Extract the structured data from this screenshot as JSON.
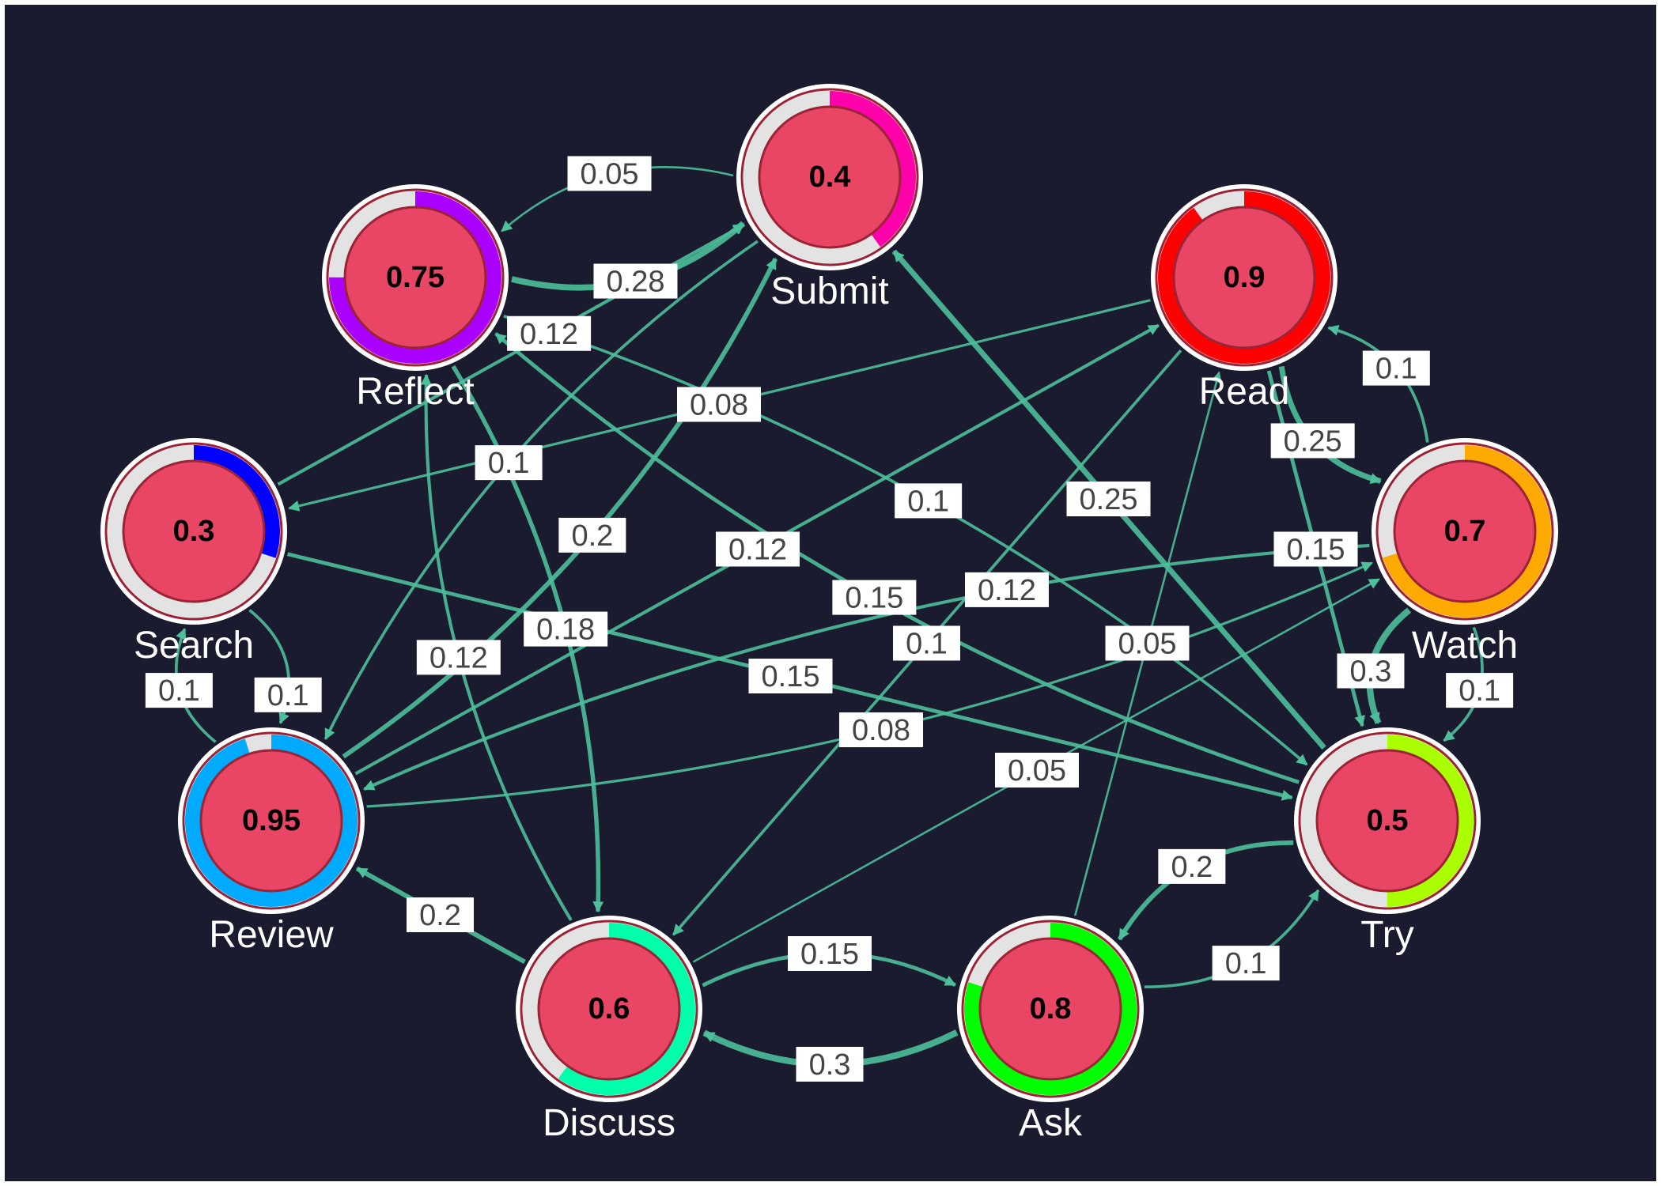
{
  "colors": {
    "background": "#1a1b2e",
    "edge": "#4dbf9b",
    "node_fill": "#e84664",
    "track": "#e3e3e3"
  },
  "nodes": [
    {
      "id": "Submit",
      "label": "Submit",
      "value": 0.4,
      "color": "#ff00aa"
    },
    {
      "id": "Reflect",
      "label": "Reflect",
      "value": 0.75,
      "color": "#aa00ff"
    },
    {
      "id": "Read",
      "label": "Read",
      "value": 0.9,
      "color": "#ff0000"
    },
    {
      "id": "Search",
      "label": "Search",
      "value": 0.3,
      "color": "#0000ff"
    },
    {
      "id": "Watch",
      "label": "Watch",
      "value": 0.7,
      "color": "#ffaa00"
    },
    {
      "id": "Review",
      "label": "Review",
      "value": 0.95,
      "color": "#00aaff"
    },
    {
      "id": "Try",
      "label": "Try",
      "value": 0.5,
      "color": "#aaff00"
    },
    {
      "id": "Discuss",
      "label": "Discuss",
      "value": 0.6,
      "color": "#00ffaa"
    },
    {
      "id": "Ask",
      "label": "Ask",
      "value": 0.8,
      "color": "#00ff00"
    }
  ],
  "edges": [
    {
      "source": "Reflect",
      "target": "Submit",
      "weight": 0.28
    },
    {
      "source": "Submit",
      "target": "Reflect",
      "weight": 0.05
    },
    {
      "source": "Search",
      "target": "Submit",
      "weight": 0.12
    },
    {
      "source": "Review",
      "target": "Submit",
      "weight": 0.2
    },
    {
      "source": "Submit",
      "target": "Review",
      "weight": 0.1
    },
    {
      "source": "Read",
      "target": "Search",
      "weight": 0.08
    },
    {
      "source": "Try",
      "target": "Reflect",
      "weight": 0.15
    },
    {
      "source": "Reflect",
      "target": "Try",
      "weight": 0.1
    },
    {
      "source": "Try",
      "target": "Submit",
      "weight": 0.25
    },
    {
      "source": "Review",
      "target": "Read",
      "weight": 0.12
    },
    {
      "source": "Read",
      "target": "Discuss",
      "weight": 0.1
    },
    {
      "source": "Ask",
      "target": "Read",
      "weight": 0.05
    },
    {
      "source": "Search",
      "target": "Try",
      "weight": 0.15
    },
    {
      "source": "Reflect",
      "target": "Discuss",
      "weight": 0.18
    },
    {
      "source": "Discuss",
      "target": "Reflect",
      "weight": 0.12
    },
    {
      "source": "Search",
      "target": "Review",
      "weight": 0.1
    },
    {
      "source": "Review",
      "target": "Search",
      "weight": 0.1
    },
    {
      "source": "Discuss",
      "target": "Review",
      "weight": 0.2
    },
    {
      "source": "Discuss",
      "target": "Ask",
      "weight": 0.15
    },
    {
      "source": "Ask",
      "target": "Discuss",
      "weight": 0.3
    },
    {
      "source": "Ask",
      "target": "Try",
      "weight": 0.1
    },
    {
      "source": "Try",
      "target": "Ask",
      "weight": 0.2
    },
    {
      "source": "Read",
      "target": "Watch",
      "weight": 0.25
    },
    {
      "source": "Watch",
      "target": "Read",
      "weight": 0.1
    },
    {
      "source": "Watch",
      "target": "Try",
      "weight": 0.1
    },
    {
      "source": "Watch",
      "target": "Try",
      "weight": 0.3
    },
    {
      "source": "Read",
      "target": "Try",
      "weight": 0.15
    },
    {
      "source": "Review",
      "target": "Watch",
      "weight": 0.08
    },
    {
      "source": "Discuss",
      "target": "Watch",
      "weight": 0.05
    },
    {
      "source": "Watch",
      "target": "Review",
      "weight": 0.12
    }
  ]
}
